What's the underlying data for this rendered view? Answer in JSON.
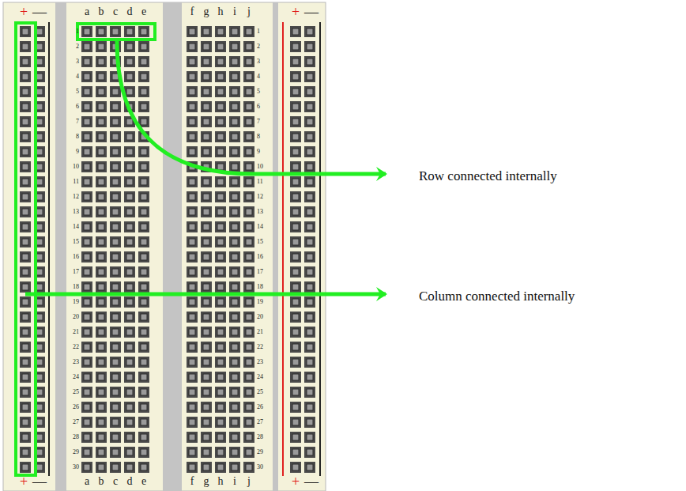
{
  "diagram": {
    "labels": [
      "+",
      "—",
      "a",
      "b",
      "c",
      "d",
      "e",
      "f",
      "g",
      "h",
      "i",
      "j",
      "+",
      "—",
      "1",
      "1",
      "2",
      "2",
      "3",
      "3",
      "4",
      "4",
      "5",
      "5",
      "6",
      "6",
      "7",
      "7",
      "8",
      "8",
      "9",
      "9",
      "10",
      "10",
      "11",
      "11",
      "12",
      "12",
      "13",
      "13",
      "14",
      "14",
      "15",
      "15",
      "16",
      "16",
      "17",
      "17",
      "18",
      "18",
      "19",
      "19",
      "20",
      "20",
      "21",
      "21",
      "22",
      "22",
      "23",
      "23",
      "24",
      "24",
      "25",
      "25",
      "26",
      "26",
      "27",
      "27",
      "28",
      "28",
      "29",
      "29",
      "30",
      "30",
      "+",
      "—",
      "a",
      "b",
      "c",
      "d",
      "e",
      "f",
      "g",
      "h",
      "i",
      "j",
      "+",
      "—",
      "Row connected internally",
      "Column connected internally"
    ]
  }
}
